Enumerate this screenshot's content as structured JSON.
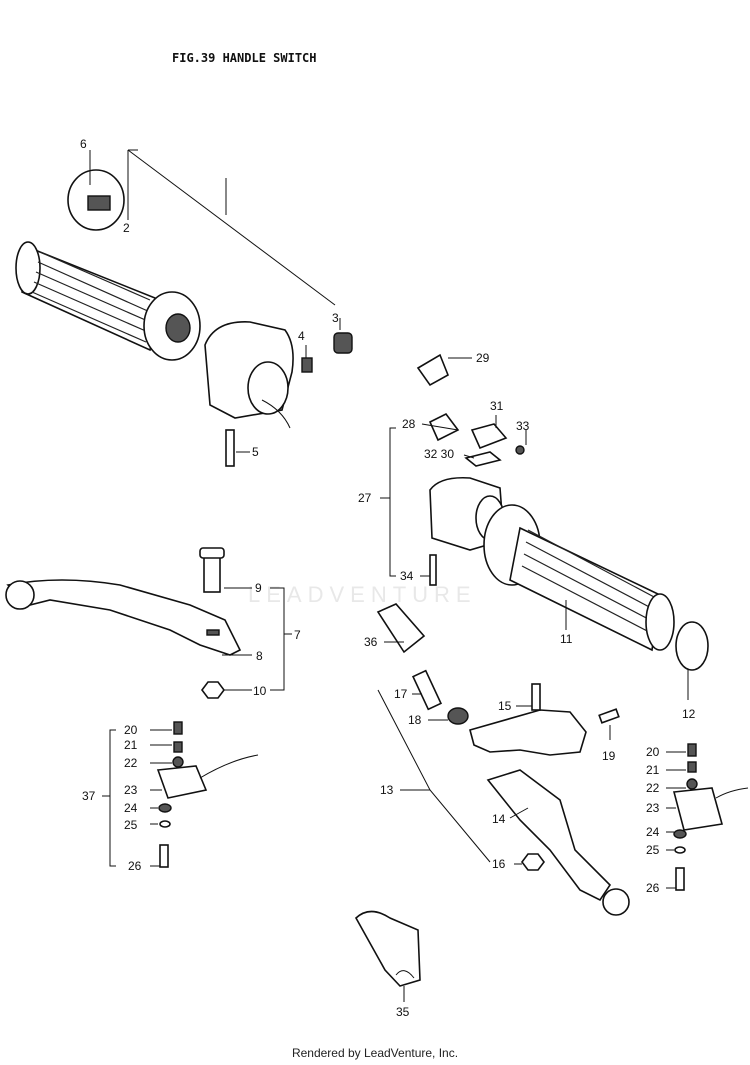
{
  "title": "FIG.39  HANDLE SWITCH",
  "watermark": "LEADVENTURE",
  "footer": "Rendered by LeadVenture, Inc.",
  "labels": {
    "p2": "2",
    "p3": "3",
    "p4": "4",
    "p5": "5",
    "p6": "6",
    "p7": "7",
    "p8": "8",
    "p9": "9",
    "p10": "10",
    "p11": "11",
    "p12": "12",
    "p13": "13",
    "p14": "14",
    "p15": "15",
    "p16": "16",
    "p17": "17",
    "p18": "18",
    "p19": "19",
    "l20": "20",
    "l21": "21",
    "l22": "22",
    "l23": "23",
    "l24": "24",
    "l25": "25",
    "l26": "26",
    "r20": "20",
    "r21": "21",
    "r22": "22",
    "r23": "23",
    "r24": "24",
    "r25": "25",
    "r26": "26",
    "p27": "27",
    "p28": "28",
    "p29": "29",
    "p31": "31",
    "p3230": "32 30",
    "p33": "33",
    "p34": "34",
    "p35": "35",
    "p36": "36",
    "p37": "37"
  }
}
